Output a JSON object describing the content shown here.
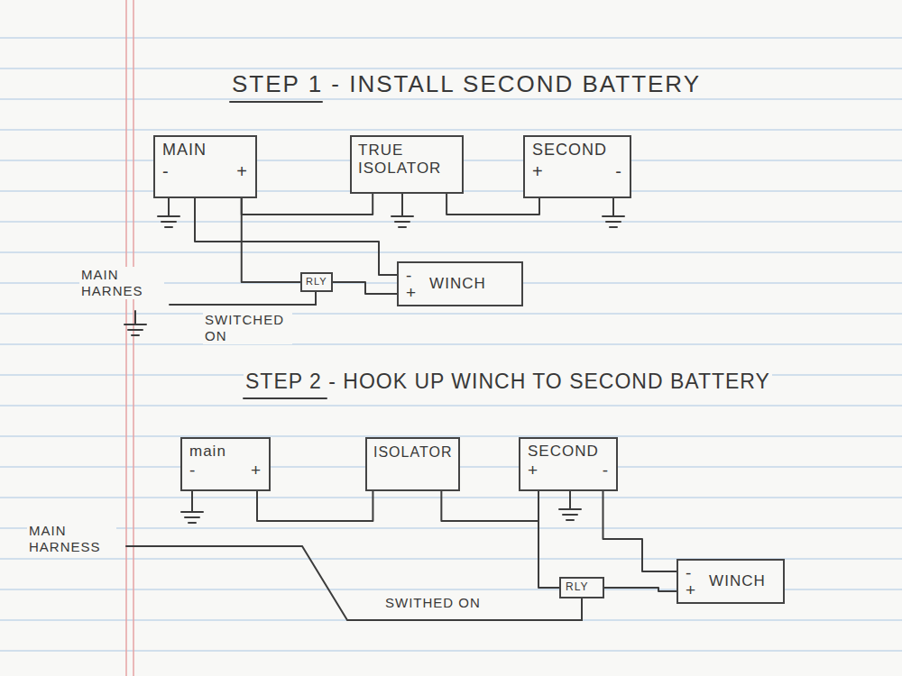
{
  "diagram": {
    "nodes": [
      {
        "text": [
          "MAIN",
          "-",
          "+"
        ]
      },
      {
        "text": [
          "TRUE ISOLATOR"
        ]
      },
      {
        "text": [
          "SECOND",
          "+",
          "-"
        ]
      },
      {
        "text": [
          "RLY"
        ]
      },
      {
        "text": [
          "-",
          "+",
          "WINCH"
        ]
      },
      {
        "text": [
          "main",
          "-",
          "+"
        ]
      },
      {
        "text": [
          "ISOLATOR"
        ]
      },
      {
        "text": [
          "SECOND",
          "+",
          "-"
        ]
      },
      {
        "text": [
          "RLY"
        ]
      },
      {
        "text": [
          "-",
          "+",
          "WINCH"
        ]
      }
    ],
    "edges": [
      {
        "from": 0,
        "to": 1,
        "arrow": "none"
      },
      {
        "from": 1,
        "to": 2,
        "arrow": "none"
      },
      {
        "from": 0,
        "to": 4,
        "arrow": "none"
      },
      {
        "from": 0,
        "to": 3,
        "arrow": "none"
      },
      {
        "from": 3,
        "to": 4,
        "arrow": "none"
      },
      {
        "from": 5,
        "to": 6,
        "arrow": "none"
      },
      {
        "from": 6,
        "to": 7,
        "arrow": "none"
      },
      {
        "from": 7,
        "to": 8,
        "arrow": "none"
      },
      {
        "from": 8,
        "to": 9,
        "arrow": "none"
      },
      {
        "from": 7,
        "to": 9,
        "arrow": "none"
      }
    ],
    "labels": [
      "STEP 1 - INSTALL SECOND BATTERY",
      "MAIN HARNES",
      "SWITCHED ON",
      "STEP 2 - HOOK UP WINCH TO SECOND BATTERY",
      "MAIN HARNESS",
      "SWITHED ON"
    ]
  }
}
